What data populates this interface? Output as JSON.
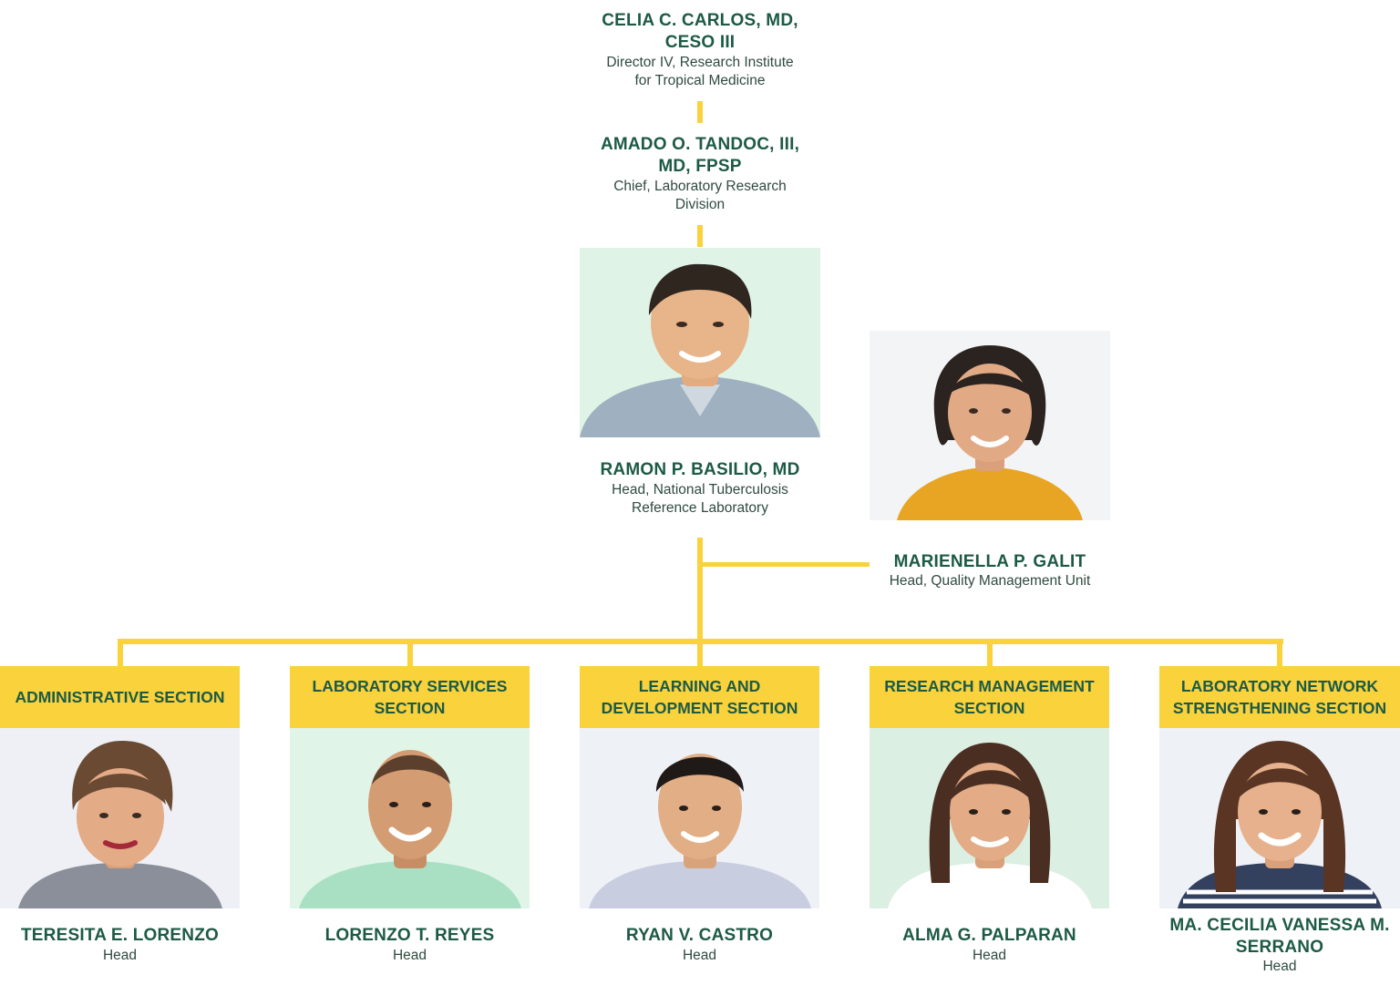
{
  "director": {
    "name": "CELIA C. CARLOS, MD,\nCESO III",
    "role": "Director IV, Research Institute\nfor Tropical Medicine"
  },
  "chief": {
    "name": "AMADO O. TANDOC, III,\nMD, FPSP",
    "role": "Chief, Laboratory Research\nDivision"
  },
  "head": {
    "name": "RAMON P. BASILIO, MD",
    "role": "Head, National Tuberculosis\nReference Laboratory"
  },
  "qmu": {
    "name": "MARIENELLA P. GALIT",
    "role": "Head, Quality Management Unit"
  },
  "sections": [
    {
      "title": "ADMINISTRATIVE SECTION",
      "name": "TERESITA E. LORENZO",
      "role": "Head"
    },
    {
      "title": "LABORATORY SERVICES\nSECTION",
      "name": "LORENZO T. REYES",
      "role": "Head"
    },
    {
      "title": "LEARNING AND\nDEVELOPMENT SECTION",
      "name": "RYAN V. CASTRO",
      "role": "Head"
    },
    {
      "title": "RESEARCH MANAGEMENT\nSECTION",
      "name": "ALMA G. PALPARAN",
      "role": "Head"
    },
    {
      "title": "LABORATORY NETWORK\nSTRENGTHENING SECTION",
      "name": "MA. CECILIA VANESSA M.\nSERRANO",
      "role": "Head"
    }
  ],
  "colors": {
    "accent": "#f9d23c",
    "name_text": "#1d5a45",
    "role_text": "#2f4a3f"
  }
}
